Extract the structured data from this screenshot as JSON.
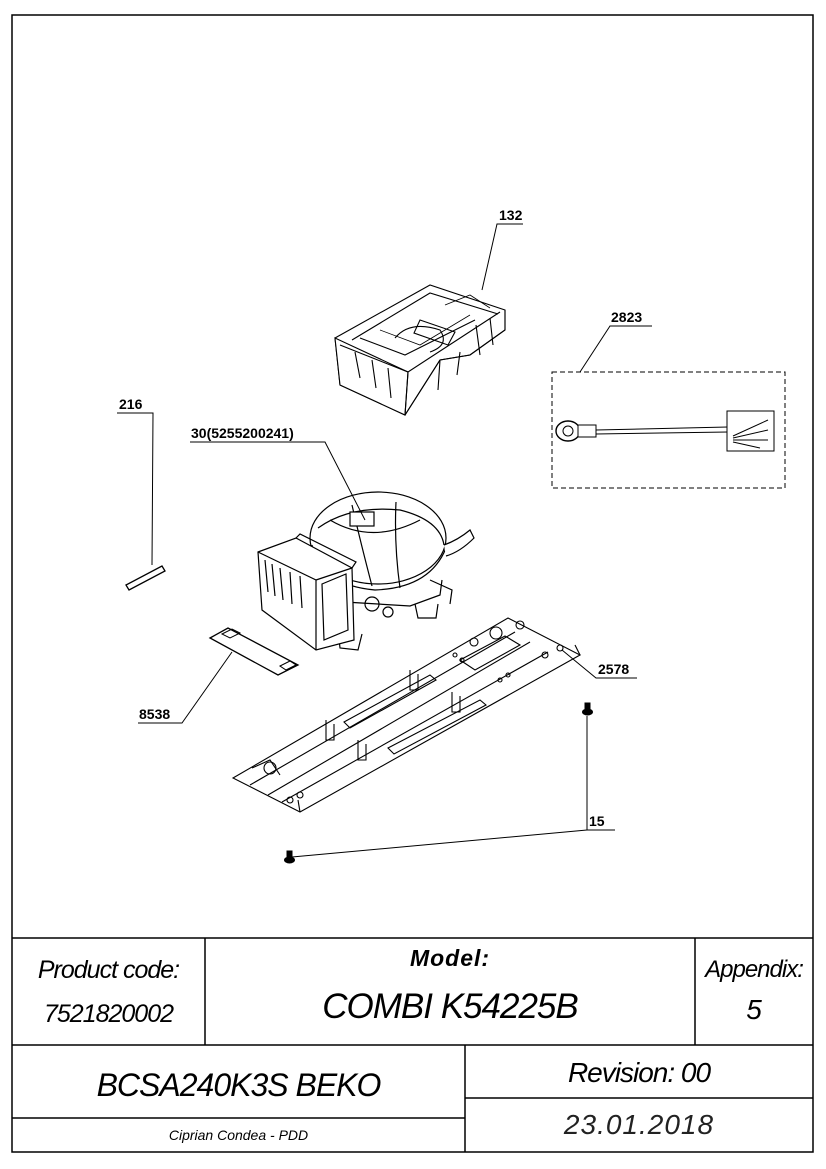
{
  "callouts": {
    "c132": "132",
    "c2823": "2823",
    "c216": "216",
    "c30": "30(5255200241)",
    "c2578": "2578",
    "c8538": "8538",
    "c15": "15"
  },
  "title_block": {
    "product_code_label": "Product code:",
    "product_code_value": "7521820002",
    "model_label": "Model:",
    "model_value": "COMBI K54225B",
    "appendix_label": "Appendix:",
    "appendix_value": "5",
    "product_name": "BCSA240K3S BEKO",
    "revision": "Revision: 00",
    "author": "Ciprian Condea - PDD",
    "date": "23.01.2018"
  }
}
